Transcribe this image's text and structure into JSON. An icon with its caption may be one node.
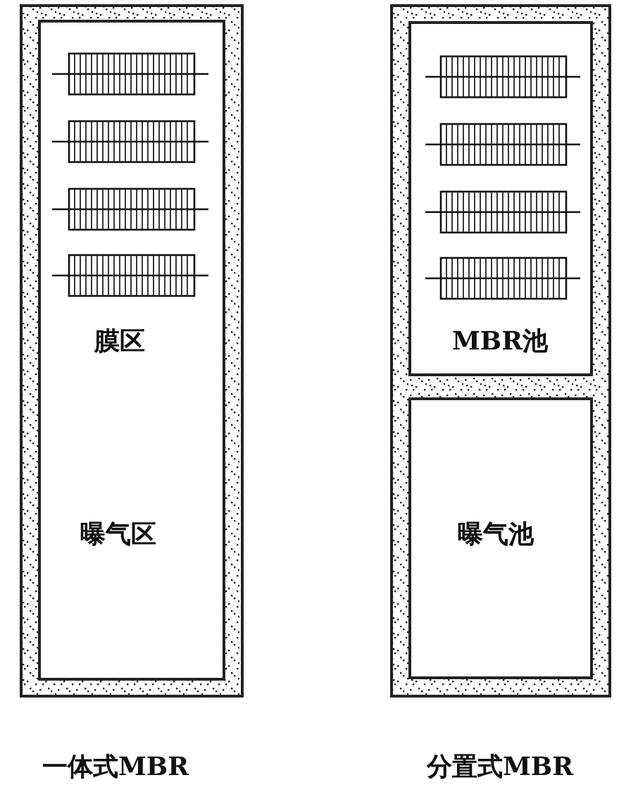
{
  "diagram": {
    "nodes": [
      {
        "text": [
          "膜区",
          "曝气区"
        ],
        "beside": [
          "一体式MBR"
        ]
      },
      {
        "text": [],
        "shape": "box",
        "beside": [
          "分置式MBR"
        ]
      },
      {
        "text": [
          "MBR池"
        ],
        "in": 1
      },
      {
        "text": [
          "曝气池"
        ],
        "in": 1
      }
    ],
    "edges": []
  }
}
